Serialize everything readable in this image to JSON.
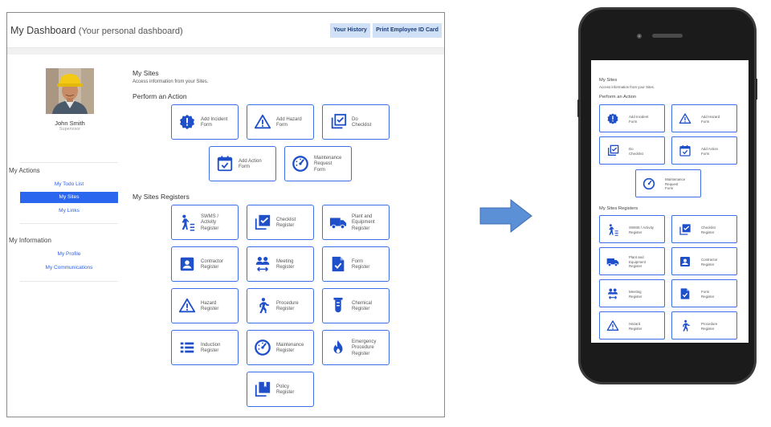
{
  "dashboard": {
    "title": "My Dashboard",
    "subtitle": "(Your personal dashboard)",
    "buttons": {
      "history": "Your History",
      "print_id": "Print Employee ID Card"
    },
    "profile": {
      "name": "John Smith",
      "role": "Supervisor"
    },
    "my_actions": {
      "heading": "My Actions",
      "links": [
        "My Todo List",
        "My Sites",
        "My Links"
      ]
    },
    "my_information": {
      "heading": "My Information",
      "links": [
        "My Profile",
        "My Communications"
      ]
    },
    "my_sites": {
      "heading": "My Sites",
      "description": "Access information from your Sites."
    },
    "perform_action": {
      "heading": "Perform an Action",
      "tiles": [
        "Add Incident\nForm",
        "Add Hazard\nForm",
        "Do\nChecklist",
        "Add Action\nForm",
        "Maintenance\nRequest\nForm"
      ]
    },
    "registers": {
      "heading": "My Sites Registers",
      "tiles": [
        "SWMS /\nActivity\nRegister",
        "Checklist\nRegister",
        "Plant and\nEquipment\nRegister",
        "Contractor\nRegister",
        "Meeting\nRegister",
        "Form\nRegister",
        "Hazard\nRegister",
        "Procedure\nRegister",
        "Chemical\nRegister",
        "Induction\nRegister",
        "Maintenance\nRegister",
        "Emergency\nProcedure\nRegister",
        "Policy\nRegister"
      ]
    }
  },
  "phone": {
    "my_sites": "My Sites",
    "description": "Access information from your Sites.",
    "perform_action": "Perform an Action",
    "action_tiles": [
      "Add Incident\nForm",
      "Add Hazard\nForm",
      "Do\nChecklist",
      "Add Action\nForm",
      "Maintenance\nRequest\nForm"
    ],
    "registers_heading": "My Sites Registers",
    "register_tiles": [
      "SWMS / Activity\nRegister",
      "Checklist\nRegister",
      "Plant and\nEquipment\nRegister",
      "Contractor\nRegister",
      "Meeting\nRegister",
      "Form\nRegister",
      "Hazard\nRegister",
      "Procedure\nRegister"
    ]
  },
  "colors": {
    "accent": "#2b66ef",
    "tile_border": "#3b6fe7",
    "icon": "#1f4fc9",
    "button_bg": "#cfe0f7",
    "arrow": "#5b8fd6"
  },
  "icons": {
    "action_tiles": [
      "alert-badge-icon",
      "warning-triangle-icon",
      "checklist-icon",
      "calendar-check-icon",
      "gauge-icon"
    ],
    "register_tiles": [
      "worker-list-icon",
      "check-square-icon",
      "truck-icon",
      "contact-card-icon",
      "people-arrows-icon",
      "form-document-icon",
      "warning-triangle-icon",
      "walking-person-icon",
      "test-tube-icon",
      "list-icon",
      "gauge-icon",
      "fire-icon",
      "book-icon"
    ]
  }
}
